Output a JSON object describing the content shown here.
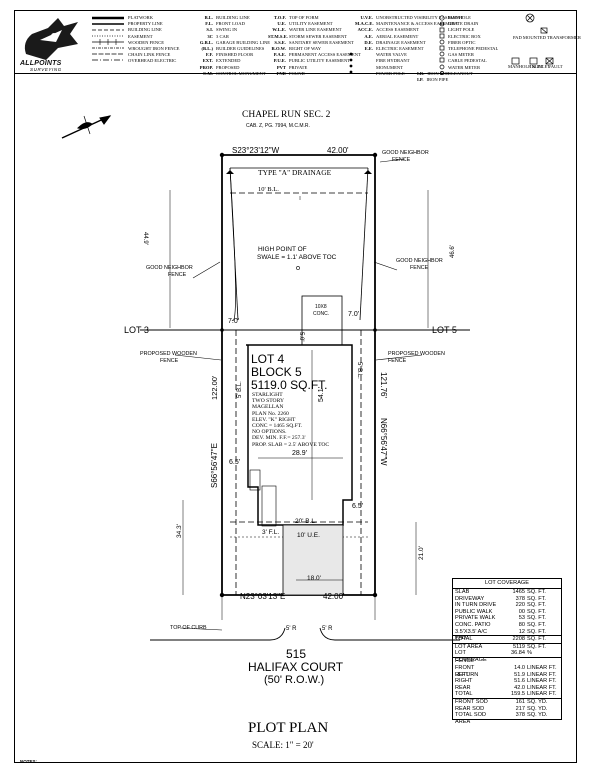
{
  "header": {
    "company": "ALLPOINTS",
    "company_sub": "SURVEYING",
    "line_legend": [
      "PLATWORK",
      "PROPERTY LINE",
      "BUILDING LINE",
      "EASEMENT",
      "WOODEN FENCE",
      "WROUGHT IRON FENCE",
      "CHAIN LINK FENCE",
      "OVERHEAD ELECTRIC"
    ],
    "abbr_col1": [
      {
        "abbr": "B.L.",
        "desc": "BUILDING LINE"
      },
      {
        "abbr": "F.L.",
        "desc": "FRONT LOAD"
      },
      {
        "abbr": "S.I.",
        "desc": "SWING IN"
      },
      {
        "abbr": "3C",
        "desc": "3 CAR"
      },
      {
        "abbr": "G.B.L.",
        "desc": "GARAGE BUILDING LINE"
      },
      {
        "abbr": "(B.L.)",
        "desc": "BUILDER GUIDELINES"
      },
      {
        "abbr": "F.F.",
        "desc": "FINISHED FLOOR"
      },
      {
        "abbr": "EXT.",
        "desc": "EXTENDED"
      },
      {
        "abbr": "PROP.",
        "desc": "PROPOSED"
      },
      {
        "abbr": "C.M.",
        "desc": "CONTROL MONUMENT"
      }
    ],
    "abbr_col2": [
      {
        "abbr": "T.O.F.",
        "desc": "TOP OF FORM"
      },
      {
        "abbr": "U.E.",
        "desc": "UTILITY EASEMENT"
      },
      {
        "abbr": "W.L.E.",
        "desc": "WATER LINE EASEMENT"
      },
      {
        "abbr": "ST.M.S.E.",
        "desc": "STORM SEWER EASEMENT"
      },
      {
        "abbr": "S.S.E.",
        "desc": "SANITARY SEWER EASEMENT"
      },
      {
        "abbr": "R.O.W.",
        "desc": "RIGHT OF WAY"
      },
      {
        "abbr": "P.A.E.",
        "desc": "PERMANENT ACCESS EASEMENT"
      },
      {
        "abbr": "P.U.E.",
        "desc": "PUBLIC UTILITY EASEMENT"
      },
      {
        "abbr": "PVT",
        "desc": "PRIVATE"
      },
      {
        "abbr": "FND",
        "desc": "FOUND"
      }
    ],
    "abbr_col3": [
      {
        "abbr": "U.V.E.",
        "desc": "UNOBSTRUCTED VISIBILITY EASEMENT"
      },
      {
        "abbr": "M.A.C.E.",
        "desc": "MAINTENANCE & ACCESS EASEMENT"
      },
      {
        "abbr": "ACC.E.",
        "desc": "ACCESS EASEMENT"
      },
      {
        "abbr": "A.E.",
        "desc": "AERIAL EASEMENT"
      },
      {
        "abbr": "D.E.",
        "desc": "DRAINAGE EASEMENT"
      },
      {
        "abbr": "E.E.",
        "desc": "ELECTRIC EASEMENT"
      },
      {
        "abbr": "",
        "desc": "WATER VALVE"
      },
      {
        "abbr": "",
        "desc": "FIRE HYDRANT"
      },
      {
        "abbr": "",
        "desc": "MONUMENT"
      },
      {
        "abbr": "",
        "desc": "POWER POLE"
      }
    ],
    "abbr_col3_extra": [
      {
        "abbr": "I.R.",
        "desc": "IRON ROD"
      },
      {
        "abbr": "I.P.",
        "desc": "IRON PIPE"
      }
    ],
    "symbol_legend": [
      "MANHOLE",
      "GRATE DRAIN",
      "LIGHT POLE",
      "ELECTRIC BOX",
      "FIBER OPTIC",
      "TELEPHONE PEDESTAL",
      "GAS METER",
      "CABLE PEDESTAL",
      "WATER METER",
      "CLEANOUT"
    ],
    "symbol_right": [
      "PAD MOUNTED TRANSFORMER",
      "MANHOLE & INLET",
      "INLET",
      "VAULT"
    ]
  },
  "plan": {
    "subdivision": "CHAPEL RUN SEC. 2",
    "subdivision_ref": "CAB. Z, PG. 7994, M.C.M.R.",
    "north_bearing": "S23°23'12\"W",
    "north_distance": "42.00'",
    "south_bearing": "N23°03'13\"E",
    "south_distance": "42.00'",
    "west_bearing": "S66°56'47\"E",
    "west_distance": "122.00'",
    "east_bearing": "N66°56'47\"W",
    "east_distance": "121.76'",
    "drainage": "TYPE \"A\" DRAINAGE",
    "rear_bl": "10' B.L.",
    "swale_1": "HIGH POINT OF",
    "swale_2": "SWALE = 1.1' ABOVE TOC",
    "good_fence_top": "GOOD NEIGHBOR",
    "good_fence_top2": "FENCE",
    "good_fence_left": "GOOD NEIGHBOR",
    "good_fence_left2": "FENCE",
    "good_fence_right": "GOOD NEIGHBOR",
    "good_fence_right2": "FENCE",
    "dim_44_left": "44.9'",
    "dim_44_right": "46.6'",
    "dim_7_left": "7.0'",
    "dim_7_right": "7.0'",
    "lot_left": "LOT 3",
    "lot_right": "LOT 5",
    "patio_1": "10X8",
    "patio_2": "CONC.",
    "dim_5_top": "5.0'",
    "prop_fence_left_1": "PROPOSED WOODEN",
    "prop_fence_left_2": "FENCE",
    "prop_fence_right_1": "PROPOSED WOODEN",
    "prop_fence_right_2": "FENCE",
    "lot_title": "LOT 4",
    "block": "BLOCK 5",
    "sqft": "5119.0 SQ.FT.",
    "details": [
      "STARLIGHT",
      "TWO STORY",
      "MAGELLAN",
      "PLAN No. 2260",
      "ELEV. \"K\" RIGHT",
      "CONC = 1465 SQ.FT.",
      "NO OPTIONS.",
      "DEV. MIN. F.F.= 257.3'",
      "PROP. SLAB = 2.5' ABOVE TOC"
    ],
    "side_bl_left": "5' B.L.",
    "side_bl_right": "5' B.L.",
    "dim_54": "54.1'",
    "dim_289": "28.9'",
    "dim_65_left": "6.5'",
    "dim_65_right": "6.5'",
    "dim_343": "34.3'",
    "front_bl": "20' B.L.",
    "ue": "10' U.E.",
    "fl": "3' F.L.",
    "dim_210": "21.0'",
    "dim_180": "18.0'",
    "top_of_curb": "TOP OF CURB",
    "r_left": "5' R",
    "r_right": "5' R",
    "address_no": "515",
    "street": "HALIFAX COURT",
    "row": "(50' R.O.W.)",
    "title": "PLOT PLAN",
    "scale": "SCALE: 1\" = 20'"
  },
  "lot_coverage": {
    "title": "LOT COVERAGE",
    "rows": [
      {
        "item": "SLAB",
        "qty": "1465",
        "unit": "SQ. FT."
      },
      {
        "item": "DRIVEWAY",
        "qty": "378",
        "unit": "SQ. FT."
      },
      {
        "item": "IN TURN DRIVE",
        "qty": "220",
        "unit": "SQ. FT."
      },
      {
        "item": "PUBLIC WALK",
        "qty": "00",
        "unit": "SQ. FT."
      },
      {
        "item": "PRIVATE WALK",
        "qty": "53",
        "unit": "SQ. FT."
      },
      {
        "item": "CONC. PATIO",
        "qty": "80",
        "unit": "SQ. FT."
      },
      {
        "item": "3.5'X3.5' A/C PAD",
        "qty": "12",
        "unit": "SQ. FT."
      }
    ],
    "total": {
      "item": "TOTAL",
      "qty": "2208",
      "unit": "SQ. FT."
    },
    "lot_area": {
      "item": "LOT AREA",
      "qty": "5119",
      "unit": "SQ. FT."
    },
    "lot_cov": {
      "item": "LOT COVERAGE",
      "qty": "36.84",
      "unit": "%"
    },
    "fence_title": "FENCE",
    "fence_rows": [
      {
        "item": "FRONT RETURN",
        "qty": "14.0",
        "unit": "LINEAR FT."
      },
      {
        "item": "LEFT",
        "qty": "51.9",
        "unit": "LINEAR FT."
      },
      {
        "item": "RIGHT",
        "qty": "51.6",
        "unit": "LINEAR FT."
      },
      {
        "item": "REAR",
        "qty": "42.0",
        "unit": "LINEAR FT."
      },
      {
        "item": "TOTAL",
        "qty": "159.5",
        "unit": "LINEAR FT."
      }
    ],
    "sod_rows": [
      {
        "item": "FRONT SOD",
        "qty": "161",
        "unit": "SQ. YD."
      },
      {
        "item": "REAR SOD",
        "qty": "217",
        "unit": "SQ. YD."
      },
      {
        "item": "TOTAL SOD AREA",
        "qty": "378",
        "unit": "SQ. YD."
      }
    ]
  },
  "notes_label": "NOTES:"
}
